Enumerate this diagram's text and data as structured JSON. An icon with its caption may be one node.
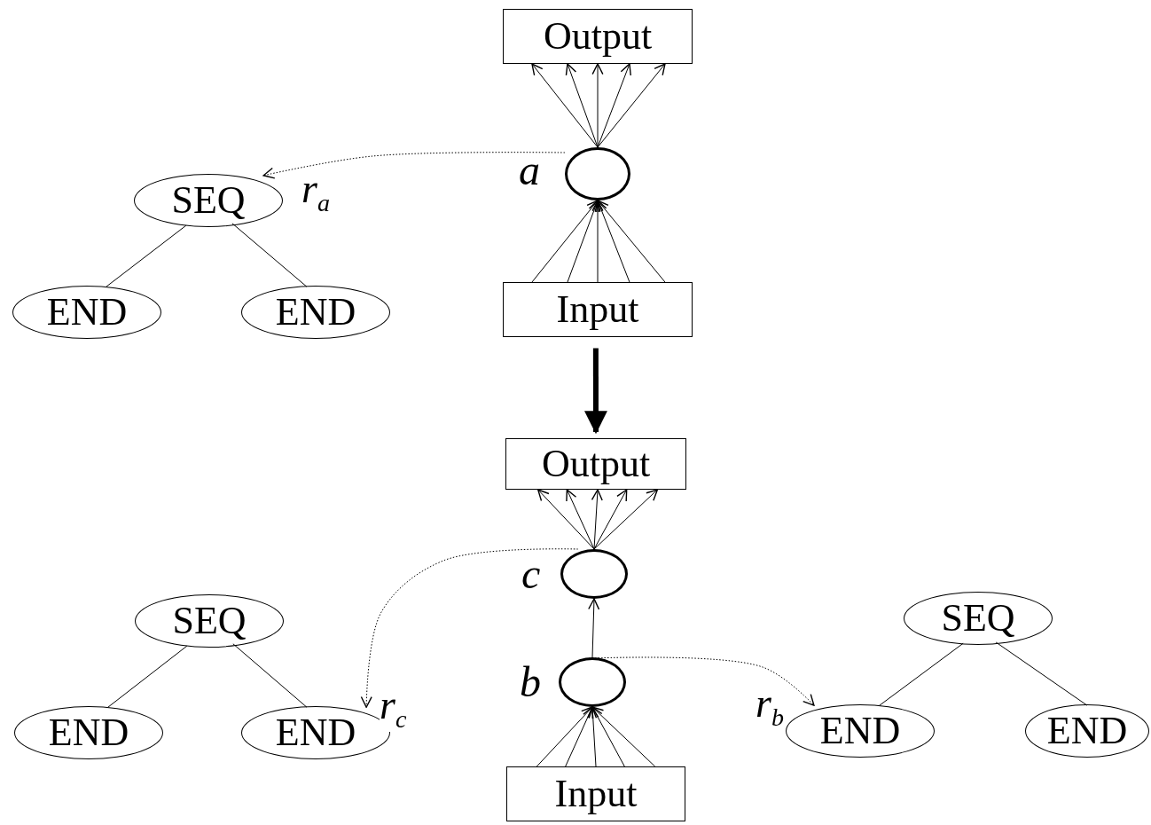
{
  "diagram": {
    "nodes": [
      {
        "text": [
          "Output"
        ]
      },
      {
        "text": [],
        "shape": "circle",
        "beside": [
          "a"
        ]
      },
      {
        "text": [
          "Input"
        ]
      },
      {
        "text": [
          "SEQ"
        ]
      },
      {
        "text": [
          "END"
        ]
      },
      {
        "text": [
          "END"
        ]
      },
      {
        "text": [
          "Output"
        ]
      },
      {
        "text": [],
        "shape": "circle",
        "beside": [
          "c"
        ]
      },
      {
        "text": [],
        "shape": "circle",
        "beside": [
          "b"
        ]
      },
      {
        "text": [
          "Input"
        ]
      },
      {
        "text": [
          "SEQ"
        ]
      },
      {
        "text": [
          "END"
        ]
      },
      {
        "text": [
          "END"
        ]
      },
      {
        "text": [
          "SEQ"
        ]
      },
      {
        "text": [
          "END"
        ]
      },
      {
        "text": [
          "END"
        ]
      }
    ],
    "edges": [
      {
        "from": 1,
        "to": 0,
        "arrow": "to"
      },
      {
        "from": 1,
        "to": 0,
        "arrow": "to"
      },
      {
        "from": 1,
        "to": 0,
        "arrow": "to"
      },
      {
        "from": 1,
        "to": 0,
        "arrow": "to"
      },
      {
        "from": 1,
        "to": 0,
        "arrow": "to"
      },
      {
        "from": 2,
        "to": 1,
        "arrow": "to"
      },
      {
        "from": 2,
        "to": 1,
        "arrow": "to"
      },
      {
        "from": 2,
        "to": 1,
        "arrow": "to"
      },
      {
        "from": 2,
        "to": 1,
        "arrow": "to"
      },
      {
        "from": 2,
        "to": 1,
        "arrow": "to"
      },
      {
        "from": 1,
        "to": 3,
        "arrow": "to",
        "style": "dashed",
        "label": "r$_{a}$"
      },
      {
        "from": 3,
        "to": 4,
        "arrow": "none"
      },
      {
        "from": 3,
        "to": 5,
        "arrow": "none"
      },
      {
        "from": 2,
        "to": 6,
        "arrow": "to",
        "style": "thick"
      },
      {
        "from": 7,
        "to": 6,
        "arrow": "to"
      },
      {
        "from": 7,
        "to": 6,
        "arrow": "to"
      },
      {
        "from": 7,
        "to": 6,
        "arrow": "to"
      },
      {
        "from": 7,
        "to": 6,
        "arrow": "to"
      },
      {
        "from": 7,
        "to": 6,
        "arrow": "to"
      },
      {
        "from": 8,
        "to": 7,
        "arrow": "to"
      },
      {
        "from": 9,
        "to": 8,
        "arrow": "to"
      },
      {
        "from": 9,
        "to": 8,
        "arrow": "to"
      },
      {
        "from": 9,
        "to": 8,
        "arrow": "to"
      },
      {
        "from": 9,
        "to": 8,
        "arrow": "to"
      },
      {
        "from": 9,
        "to": 8,
        "arrow": "to"
      },
      {
        "from": 7,
        "to": 12,
        "arrow": "to",
        "style": "dashed",
        "label": "r$_{c}$"
      },
      {
        "from": 10,
        "to": 11,
        "arrow": "none"
      },
      {
        "from": 10,
        "to": 12,
        "arrow": "none"
      },
      {
        "from": 8,
        "to": 14,
        "arrow": "to",
        "style": "dashed",
        "label": "r$_{b}$"
      },
      {
        "from": 13,
        "to": 14,
        "arrow": "none"
      },
      {
        "from": 13,
        "to": 15,
        "arrow": "none"
      }
    ]
  }
}
